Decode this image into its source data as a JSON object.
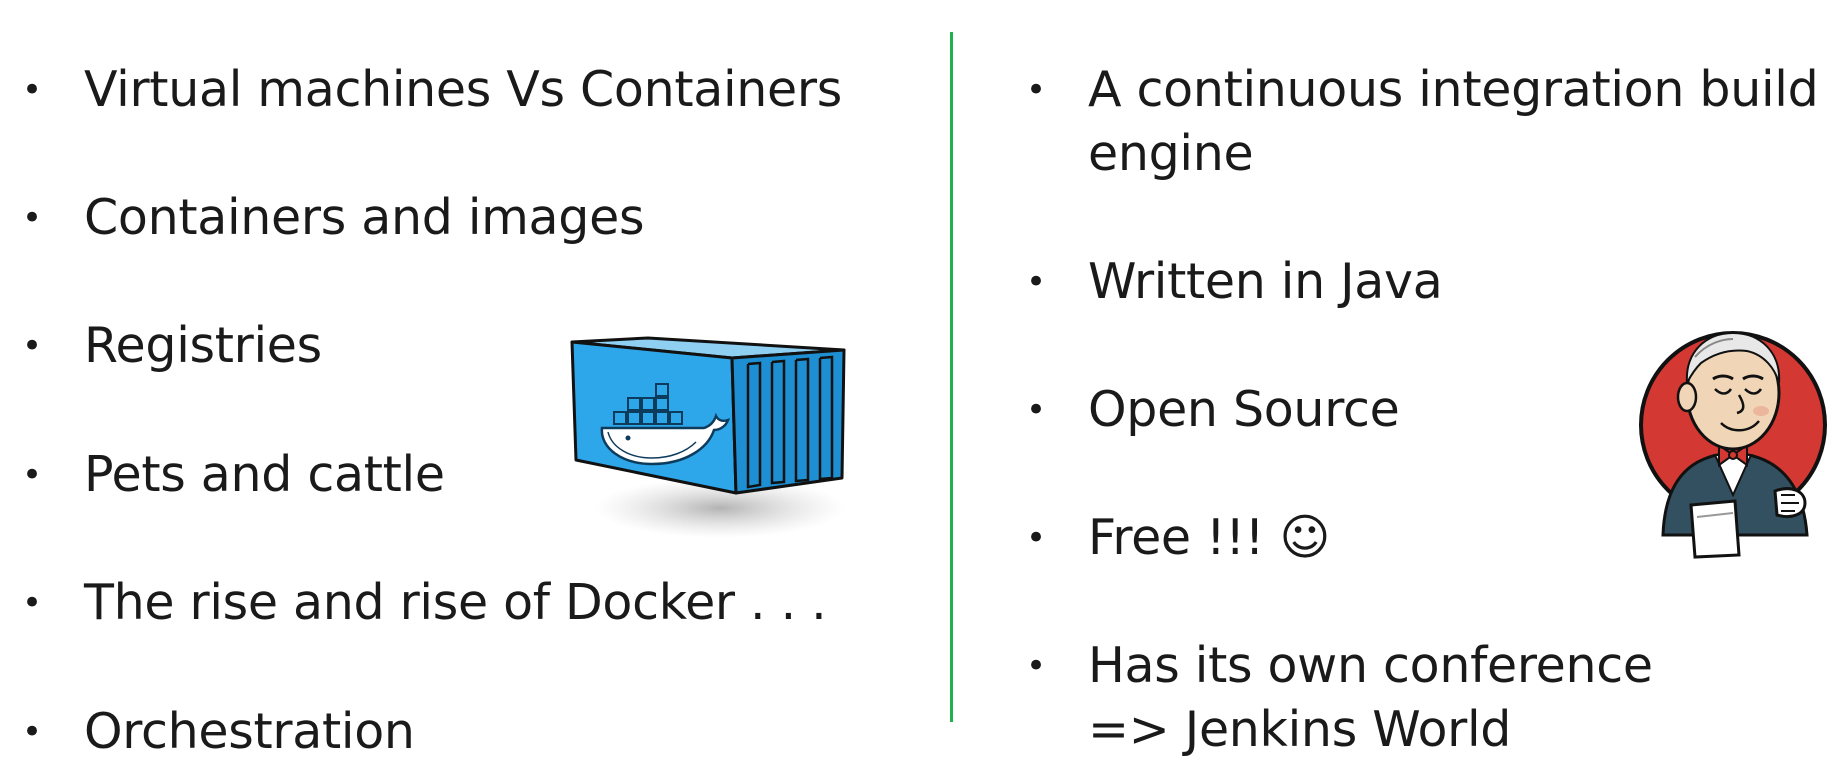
{
  "left": {
    "items": [
      {
        "text": "Virtual machines Vs Containers"
      },
      {
        "text": "Containers and images"
      },
      {
        "text": "Registries"
      },
      {
        "text": "Pets and cattle"
      },
      {
        "text": "The rise and rise of Docker . . ."
      },
      {
        "text": "Orchestration"
      }
    ]
  },
  "right": {
    "items": [
      {
        "lines": [
          "A continuous integration build",
          "engine"
        ]
      },
      {
        "lines": [
          "Written in Java"
        ]
      },
      {
        "lines": [
          "Open Source"
        ]
      },
      {
        "lines": [
          "Free !!! ☺"
        ]
      },
      {
        "lines": [
          "Has its own conference",
          "=> Jenkins  World"
        ]
      }
    ]
  },
  "bullet_glyph": "•",
  "colors": {
    "divider": "#1fb14c",
    "text": "#1a1a1a",
    "docker_blue": "#2ea6ea",
    "jenkins_red": "#d33833"
  },
  "icons": {
    "docker": "docker-container-icon",
    "jenkins": "jenkins-butler-icon"
  }
}
